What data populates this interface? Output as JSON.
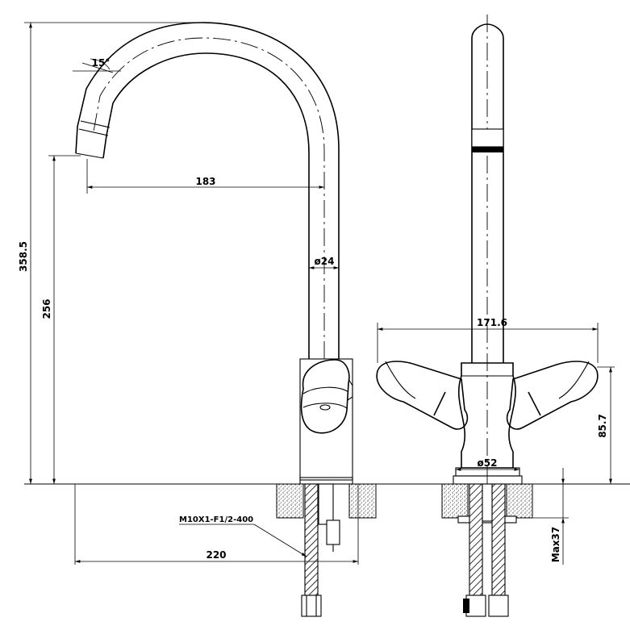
{
  "dimensions": {
    "total_height": "358.5",
    "outlet_height": "256",
    "spout_reach": "183",
    "spout_diameter": "ø24",
    "spout_angle": "15°",
    "overall_reach": "220",
    "handle_span": "171.6",
    "body_height": "85.7",
    "base_diameter": "ø52",
    "max_counter_thickness": "Max37"
  },
  "labels": {
    "hose_spec": "M10X1-F1/2-400"
  }
}
